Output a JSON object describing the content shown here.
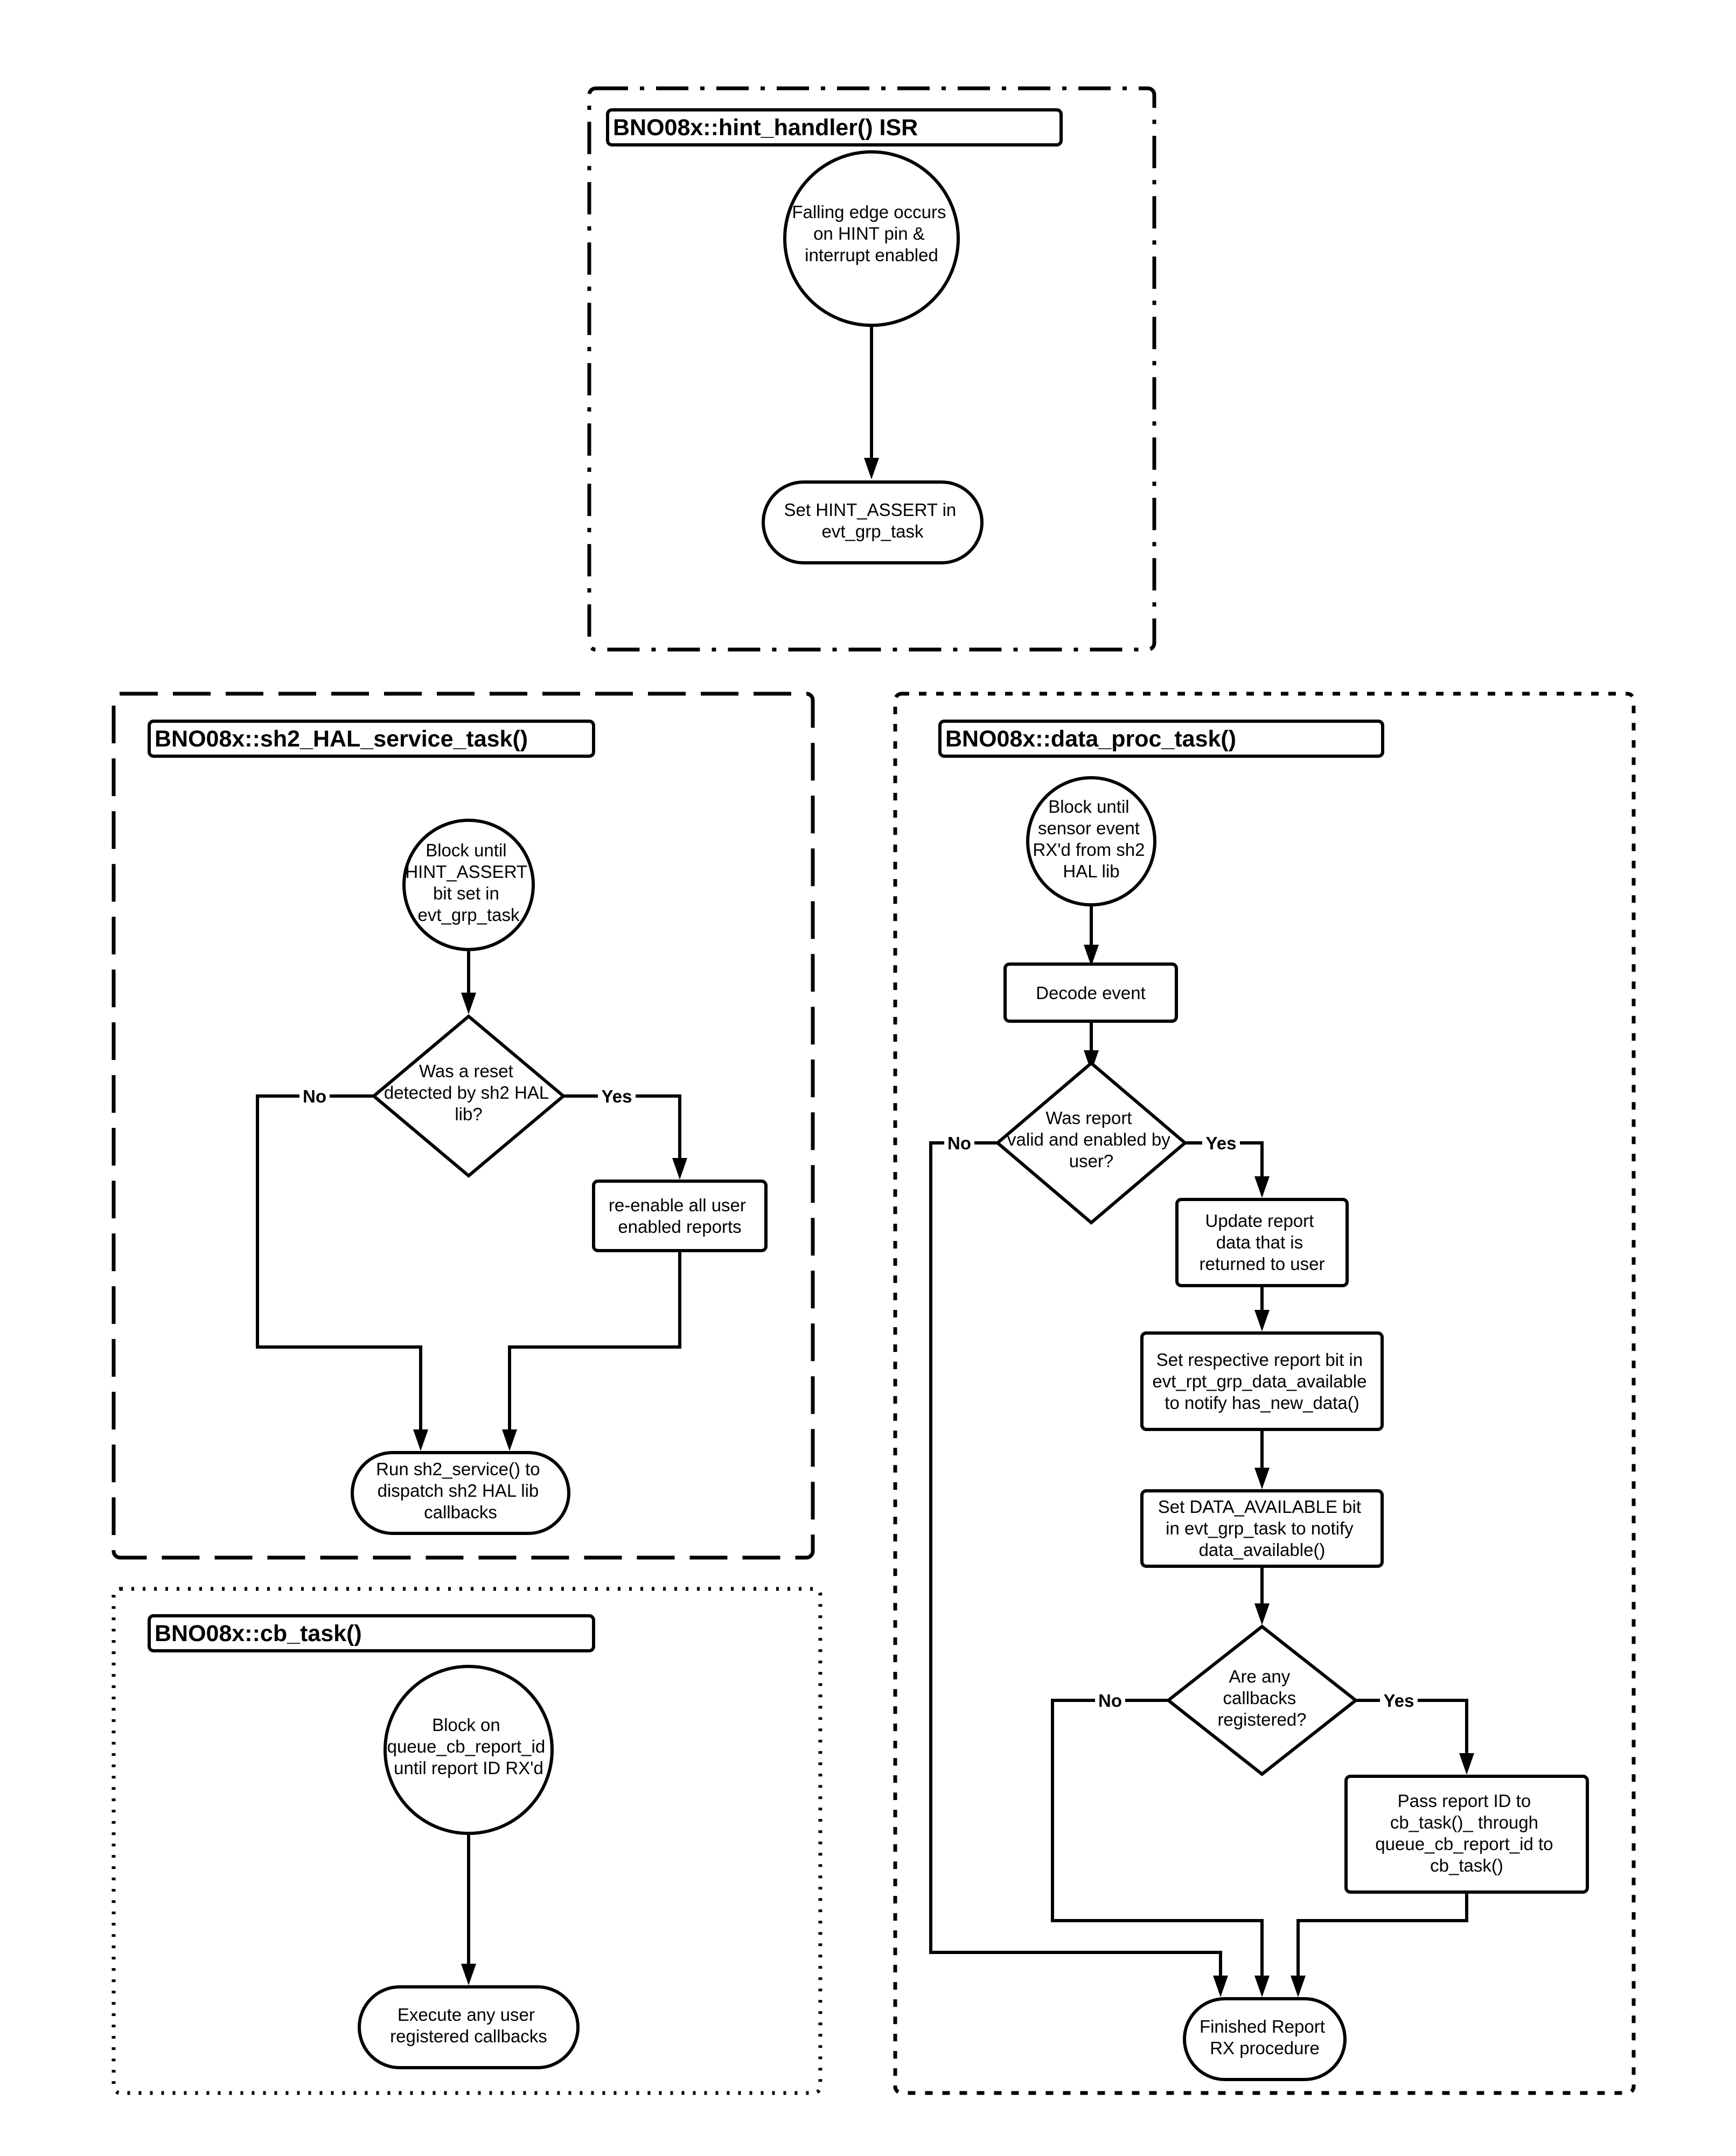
{
  "groups": {
    "hint_handler": {
      "title": "BNO08x::hint_handler() ISR"
    },
    "sh2_hal_service": {
      "title": "BNO08x::sh2_HAL_service_task()"
    },
    "data_proc": {
      "title": "BNO08x::data_proc_task()"
    },
    "cb_task": {
      "title": "BNO08x::cb_task()"
    }
  },
  "nodes": {
    "hint_start": [
      "Falling edge occurs",
      "on HINT pin &",
      "interrupt enabled"
    ],
    "hint_set": [
      "Set HINT_ASSERT in",
      "evt_grp_task"
    ],
    "hal_block": [
      "Block until",
      "HINT_ASSERT",
      "bit set in",
      "evt_grp_task"
    ],
    "hal_reset_q": [
      "Was a reset",
      "detected by sh2 HAL",
      "lib?"
    ],
    "hal_reenable": [
      "re-enable all user",
      "enabled reports"
    ],
    "hal_service": [
      "Run sh2_service() to",
      "dispatch sh2 HAL lib",
      "callbacks"
    ],
    "dp_block": [
      "Block until",
      "sensor event",
      "RX'd from sh2",
      "HAL lib"
    ],
    "dp_decode": [
      "Decode event"
    ],
    "dp_valid_q": [
      "Was report",
      "valid and enabled by",
      "user?"
    ],
    "dp_update": [
      "Update report",
      "data that is",
      "returned to user"
    ],
    "dp_set_rpt": [
      "Set respective report bit in",
      "evt_rpt_grp_data_available",
      "to notify has_new_data()"
    ],
    "dp_set_avail": [
      "Set DATA_AVAILABLE bit",
      "in evt_grp_task to notify",
      "data_available()"
    ],
    "dp_cb_q": [
      "Are any",
      "callbacks",
      "registered?"
    ],
    "dp_pass": [
      "Pass report ID to",
      "cb_task()_ through",
      "queue_cb_report_id to",
      "cb_task()"
    ],
    "dp_finish": [
      "Finished Report",
      "RX procedure"
    ],
    "cb_block": [
      "Block on",
      "queue_cb_report_id",
      "until report ID RX'd"
    ],
    "cb_exec": [
      "Execute any user",
      "registered callbacks"
    ]
  },
  "branch_labels": {
    "hal_no": "No",
    "hal_yes": "Yes",
    "dp_valid_no": "No",
    "dp_valid_yes": "Yes",
    "dp_cb_no": "No",
    "dp_cb_yes": "Yes"
  }
}
